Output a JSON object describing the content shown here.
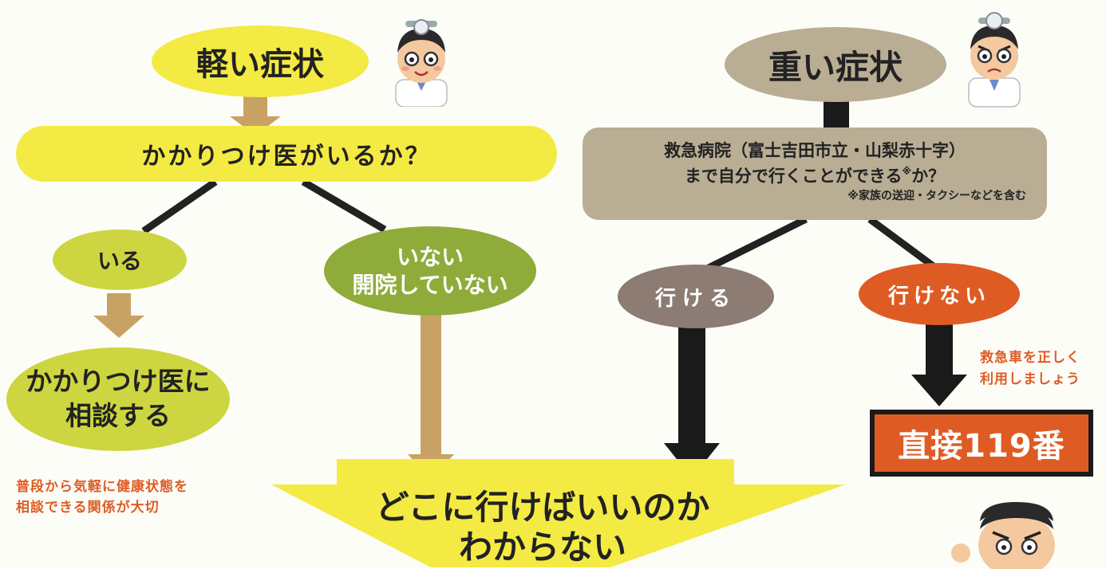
{
  "left": {
    "mild_title": "軽い症状",
    "question": "かかりつけ医がいるか？",
    "yes": "いる",
    "no_line1": "いない",
    "no_line2": "開院していない",
    "consult_line1": "かかりつけ医に",
    "consult_line2": "相談する",
    "note_line1": "普段から気軽に健康状態を",
    "note_line2": "相談できる関係が大切"
  },
  "right": {
    "severe_title": "重い症状",
    "question_line1": "救急病院（富士吉田市立・山梨赤十字）",
    "question_line2": "まで自分で行くことができる",
    "question_mark": "※",
    "question_end": "か？",
    "question_note": "※家族の送迎・タクシーなどを含む",
    "can_go": "行ける",
    "cannot_go": "行けない",
    "ambulance_line1": "救急車を正しく",
    "ambulance_line2": "利用しましょう",
    "call_119": "直接119番"
  },
  "bottom": {
    "line1": "どこに行けばいいのか",
    "line2": "わからない"
  },
  "colors": {
    "yellow": "#f4ea44",
    "olive_light": "#cdd640",
    "olive_green": "#8fac3a",
    "beige": "#b9ad94",
    "taupe": "#8c7c74",
    "orange": "#de5c24",
    "arrow_tan": "#c8a265",
    "dark_red": "#b73c1e"
  }
}
